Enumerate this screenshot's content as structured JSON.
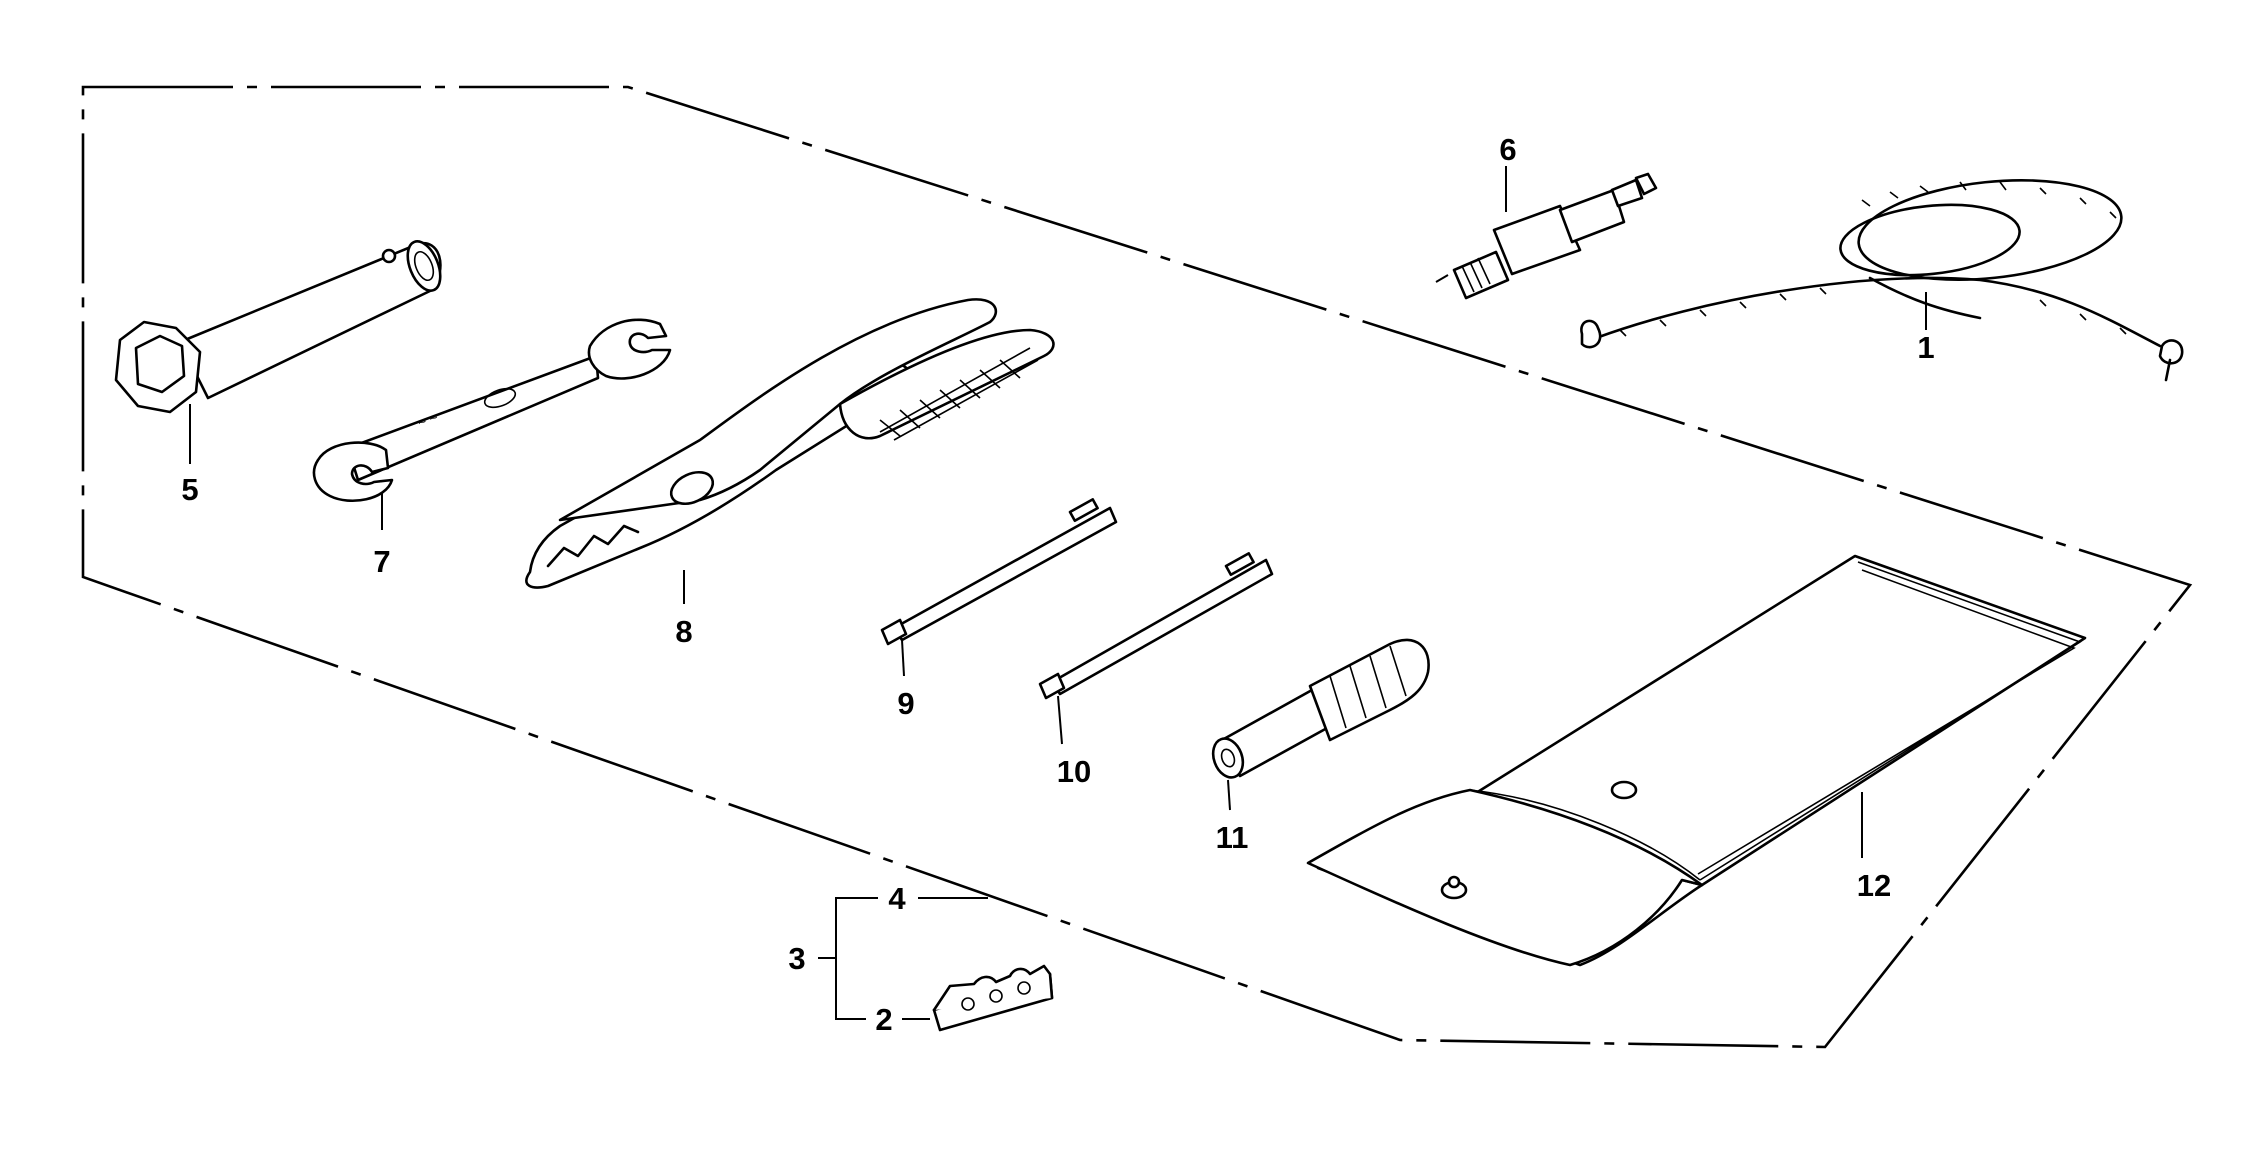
{
  "diagram": {
    "parts": [
      {
        "id": "part-1",
        "label": "1",
        "item": "rope"
      },
      {
        "id": "part-2",
        "label": "2",
        "item": "clip"
      },
      {
        "id": "part-3",
        "label": "3",
        "item": "clip-set"
      },
      {
        "id": "part-4",
        "label": "4",
        "item": "clip-subpart"
      },
      {
        "id": "part-5",
        "label": "5",
        "item": "box-wrench"
      },
      {
        "id": "part-6",
        "label": "6",
        "item": "spark-plug"
      },
      {
        "id": "part-7",
        "label": "7",
        "item": "open-end-wrench"
      },
      {
        "id": "part-8",
        "label": "8",
        "item": "pliers"
      },
      {
        "id": "part-9",
        "label": "9",
        "item": "screwdriver-bit-a"
      },
      {
        "id": "part-10",
        "label": "10",
        "item": "screwdriver-bit-b"
      },
      {
        "id": "part-11",
        "label": "11",
        "item": "screwdriver-handle"
      },
      {
        "id": "part-12",
        "label": "12",
        "item": "tool-bag"
      }
    ]
  }
}
